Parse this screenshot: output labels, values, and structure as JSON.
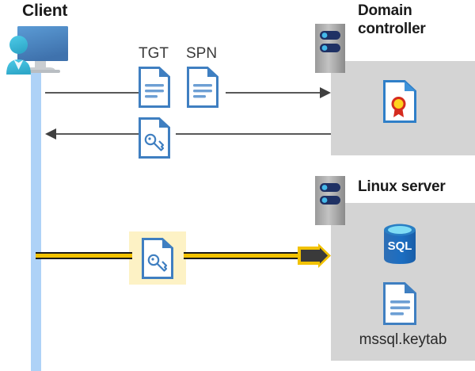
{
  "diagram": {
    "title_client": "Client",
    "title_domain_controller": "Domain\ncontroller",
    "title_linux_server": "Linux server",
    "labels": {
      "tgt": "TGT",
      "spn": "SPN",
      "keytab_file": "mssql.keytab",
      "sql_text": "SQL"
    },
    "icons": {
      "client": "client-workstation-icon",
      "server_dc": "server-rack-icon",
      "server_linux": "server-rack-icon",
      "doc_tgt": "document-icon",
      "doc_spn": "document-icon",
      "doc_key_response": "key-document-icon",
      "doc_key_highlight": "key-document-icon",
      "certificate": "certificate-document-icon",
      "sql_database": "sql-database-icon",
      "keytab_doc": "document-icon"
    },
    "flows": [
      {
        "name": "client-to-dc-request",
        "direction": "right",
        "style": "gray",
        "labels": [
          "TGT",
          "SPN"
        ]
      },
      {
        "name": "dc-to-client-response",
        "direction": "left",
        "style": "gray",
        "labels": []
      },
      {
        "name": "client-to-linux-kerberos",
        "direction": "right",
        "style": "yellow-highlight",
        "labels": []
      }
    ],
    "colors": {
      "panel_gray": "#d4d4d4",
      "lifeline_blue": "#aed2f7",
      "highlight_yellow": "#fdf2c5",
      "arrow_yellow": "#f2c200",
      "doc_blue": "#4a86c8",
      "line_gray": "#595959",
      "title_black": "#1a1a1a"
    }
  }
}
